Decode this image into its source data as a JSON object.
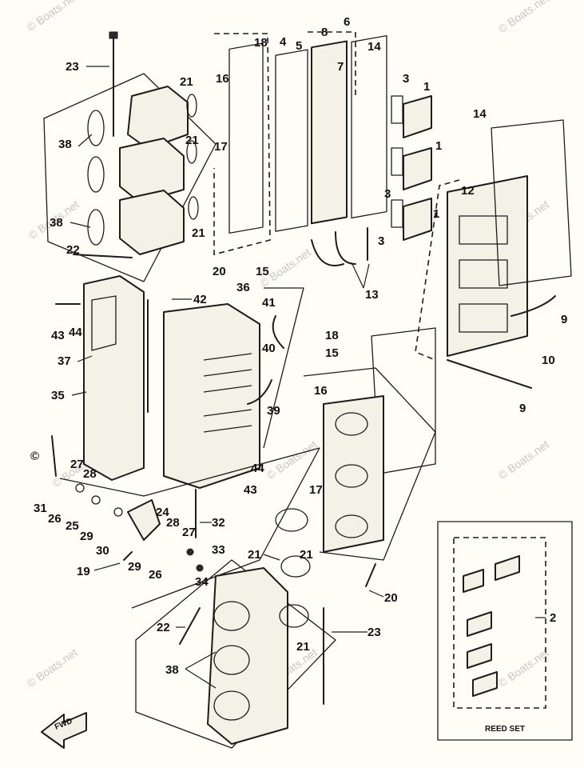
{
  "callouts": {
    "c23a": "23",
    "c21a": "21",
    "c16a": "16",
    "c18a": "18",
    "c4": "4",
    "c5": "5",
    "c8": "8",
    "c6": "6",
    "c7": "7",
    "c14a": "14",
    "c3a": "3",
    "c1a": "1",
    "c38a": "38",
    "c21b": "21",
    "c17a": "17",
    "c1b": "1",
    "c14b": "14",
    "c3b": "3",
    "c1c": "1",
    "c12": "12",
    "c38b": "38",
    "c21c": "21",
    "c3c": "3",
    "c22a": "22",
    "c20a": "20",
    "c15a": "15",
    "c13": "13",
    "c36": "36",
    "c42": "42",
    "c41": "41",
    "c43a": "43",
    "c44a": "44",
    "c9a": "9",
    "c37": "37",
    "c40": "40",
    "c18b": "18",
    "c15b": "15",
    "c10": "10",
    "c35": "35",
    "c16b": "16",
    "c39": "39",
    "c9b": "9",
    "c27a": "27",
    "c28a": "28",
    "c44b": "44",
    "c43b": "43",
    "c31": "31",
    "c26a": "26",
    "c25": "25",
    "c24": "24",
    "c17b": "17",
    "c29a": "29",
    "c28b": "28",
    "c27b": "27",
    "c32": "32",
    "c30": "30",
    "c33": "33",
    "c19": "19",
    "c29b": "29",
    "c26b": "26",
    "c34": "34",
    "c21d": "21",
    "c21e": "21",
    "c20b": "20",
    "c2": "2",
    "c22b": "22",
    "c21f": "21",
    "c23b": "23",
    "c38c": "38"
  },
  "inset_label": "REED SET",
  "fwd_label": "FWD",
  "copyright_mark": "©",
  "watermark": "© Boats.net",
  "icons": [
    "fwd-arrow-icon",
    "copyright-icon"
  ]
}
